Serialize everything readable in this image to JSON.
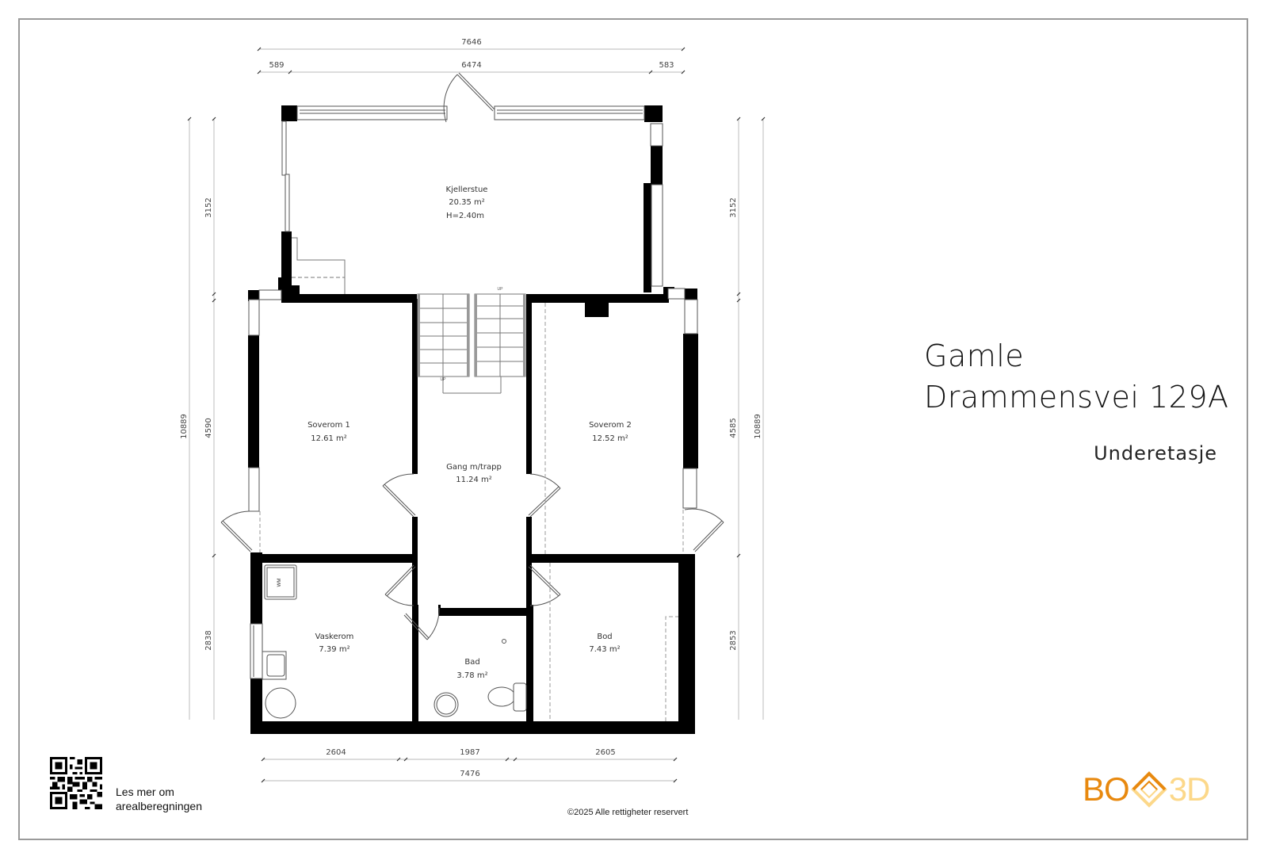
{
  "document": {
    "address_line1": "Gamle",
    "address_line2": "Drammensvei 129A",
    "floor": "Underetasje",
    "qr_caption_line1": "Les mer om",
    "qr_caption_line2": "arealberegningen",
    "copyright": "©2025 Alle rettigheter reservert",
    "logo": {
      "part1": "BO",
      "part2": "3D",
      "primary_color": "#e8890f",
      "secondary_color": "#fcd88a"
    }
  },
  "rooms": [
    {
      "name": "Kjellerstue",
      "area": "20.35 m²",
      "height": "H=2.40m"
    },
    {
      "name": "Soverom 1",
      "area": "12.61 m²"
    },
    {
      "name": "Gang m/trapp",
      "area": "11.24 m²"
    },
    {
      "name": "Soverom 2",
      "area": "12.52 m²"
    },
    {
      "name": "Vaskerom",
      "area": "7.39 m²"
    },
    {
      "name": "Bad",
      "area": "3.78 m²"
    },
    {
      "name": "Bod",
      "area": "7.43 m²"
    }
  ],
  "fixtures": {
    "washing_machine": "WM",
    "stair_up_label": "UP"
  },
  "dimensions": {
    "top_total": "7646",
    "top_left": "589",
    "top_middle": "6474",
    "top_right": "583",
    "bottom_left": "2604",
    "bottom_middle": "1987",
    "bottom_right": "2605",
    "bottom_total": "7476",
    "left_total": "10889",
    "left_top": "3152",
    "left_middle": "4590",
    "left_bottom": "2838",
    "right_total": "10889",
    "right_top": "3152",
    "right_middle": "4585",
    "right_bottom": "2853"
  }
}
